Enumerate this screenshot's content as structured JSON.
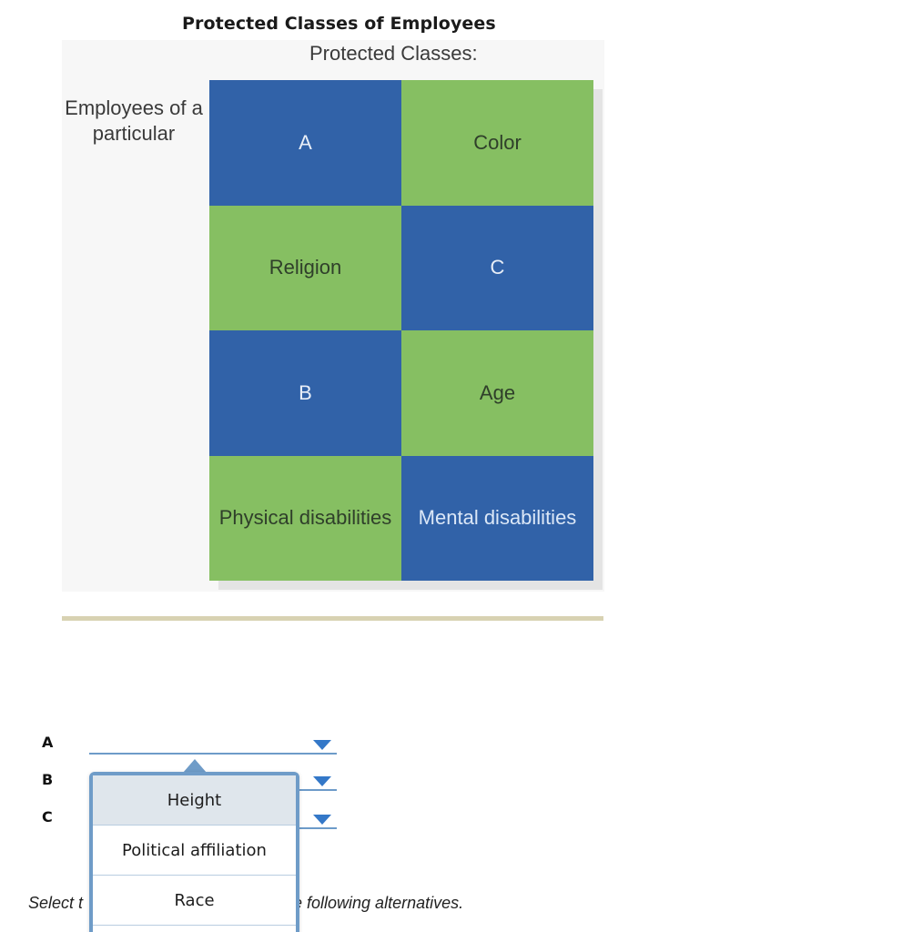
{
  "title": "Protected Classes of Employees",
  "figure": {
    "subtitle": "Protected Classes:",
    "left_label": "Employees of a particular",
    "cells": [
      {
        "text": "A",
        "color": "#3162a8"
      },
      {
        "text": "Color",
        "color": "#86bf62"
      },
      {
        "text": "Religion",
        "color": "#86bf62"
      },
      {
        "text": "C",
        "color": "#3162a8"
      },
      {
        "text": "B",
        "color": "#3162a8"
      },
      {
        "text": "Age",
        "color": "#86bf62"
      },
      {
        "text": "Physical disabilities",
        "color": "#86bf62"
      },
      {
        "text": "Mental disabilities",
        "color": "#3162a8"
      }
    ]
  },
  "questions": [
    {
      "label": "A",
      "value": ""
    },
    {
      "label": "B",
      "value": ""
    },
    {
      "label": "C",
      "value": ""
    }
  ],
  "dropdown": {
    "options": [
      "Height",
      "Political affiliation",
      "Race"
    ],
    "highlighted": "Height"
  },
  "instruction": {
    "left_part": "Select t",
    "right_part": "e following alternatives."
  },
  "colors": {
    "blue": "#3162a8",
    "green": "#86bf62",
    "accent": "#6f9cc8",
    "arrow": "#3478c8"
  }
}
